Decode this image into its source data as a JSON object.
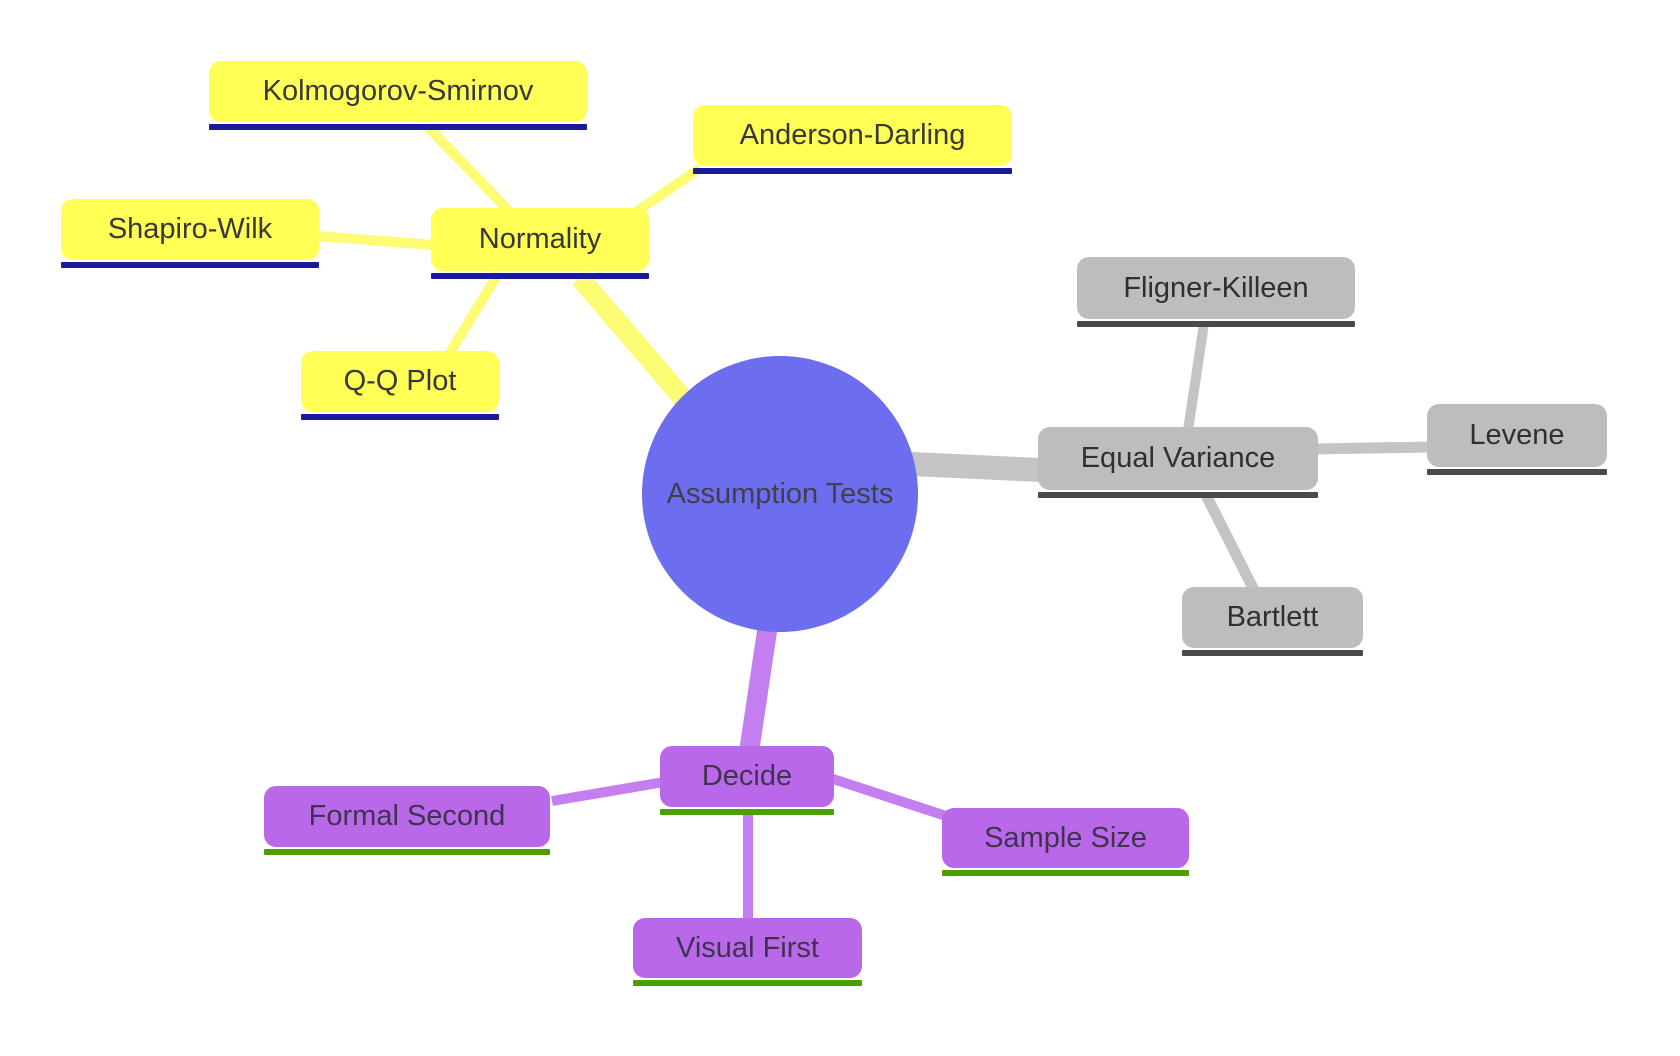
{
  "mindmap": {
    "root": {
      "label": "Assumption Tests",
      "fill": "#6D6DEF"
    },
    "branches": {
      "normality": {
        "label": "Normality",
        "fill": "#FFFF55",
        "underline_color": "#1A1A9C",
        "edge_color": "#FCFC75",
        "children": {
          "kolmogorov": {
            "label": "Kolmogorov-Smirnov"
          },
          "anderson": {
            "label": "Anderson-Darling"
          },
          "shapiro": {
            "label": "Shapiro-Wilk"
          },
          "qqplot": {
            "label": "Q-Q Plot"
          }
        }
      },
      "equal_variance": {
        "label": "Equal Variance",
        "fill": "#BDBDBD",
        "underline_color": "#4A4A4A",
        "edge_color": "#C4C4C4",
        "children": {
          "fligner": {
            "label": "Fligner-Killeen"
          },
          "levene": {
            "label": "Levene"
          },
          "bartlett": {
            "label": "Bartlett"
          }
        }
      },
      "decide": {
        "label": "Decide",
        "fill": "#B968E9",
        "underline_color": "#4D9E00",
        "edge_color": "#C57EF0",
        "children": {
          "formal_second": {
            "label": "Formal Second"
          },
          "sample_size": {
            "label": "Sample Size"
          },
          "visual_first": {
            "label": "Visual First"
          }
        }
      }
    }
  }
}
